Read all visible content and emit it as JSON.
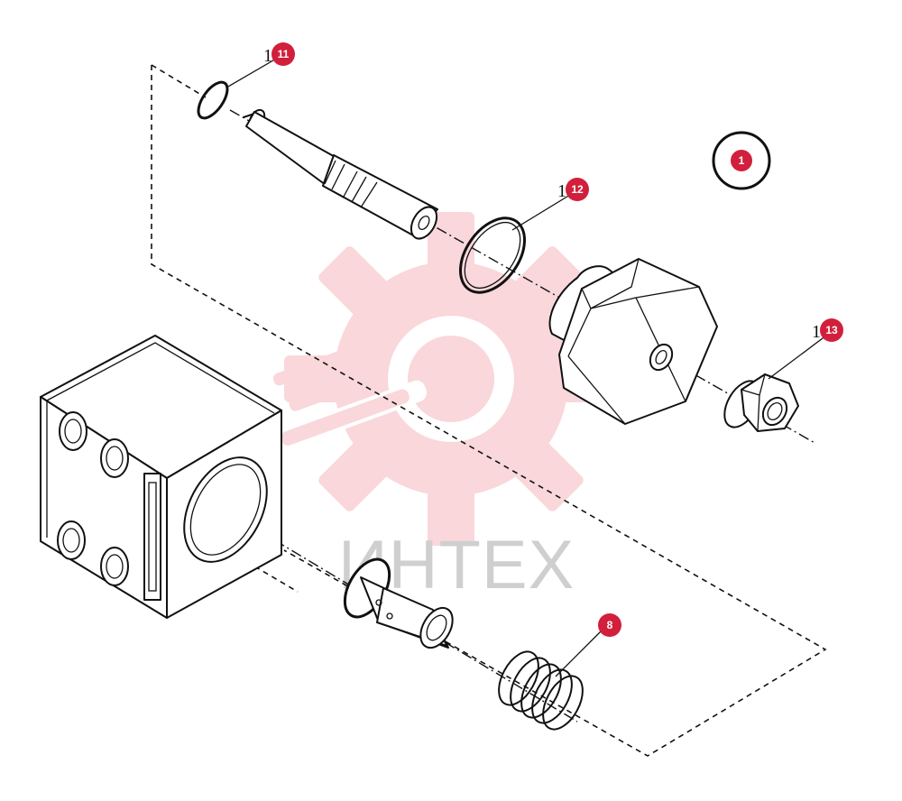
{
  "watermark": {
    "brand_text": "ИНТЕХ",
    "color": "#f5b8bd"
  },
  "callouts": [
    {
      "id": "callout-1",
      "label": "1",
      "ghost": ""
    },
    {
      "id": "callout-8",
      "label": "8",
      "ghost": ""
    },
    {
      "id": "callout-11",
      "label": "11",
      "ghost": "1"
    },
    {
      "id": "callout-12",
      "label": "12",
      "ghost": "1"
    },
    {
      "id": "callout-13",
      "label": "13",
      "ghost": "1"
    }
  ],
  "colors": {
    "callout": "#d21f3c",
    "line": "#111111",
    "background": "#ffffff"
  }
}
